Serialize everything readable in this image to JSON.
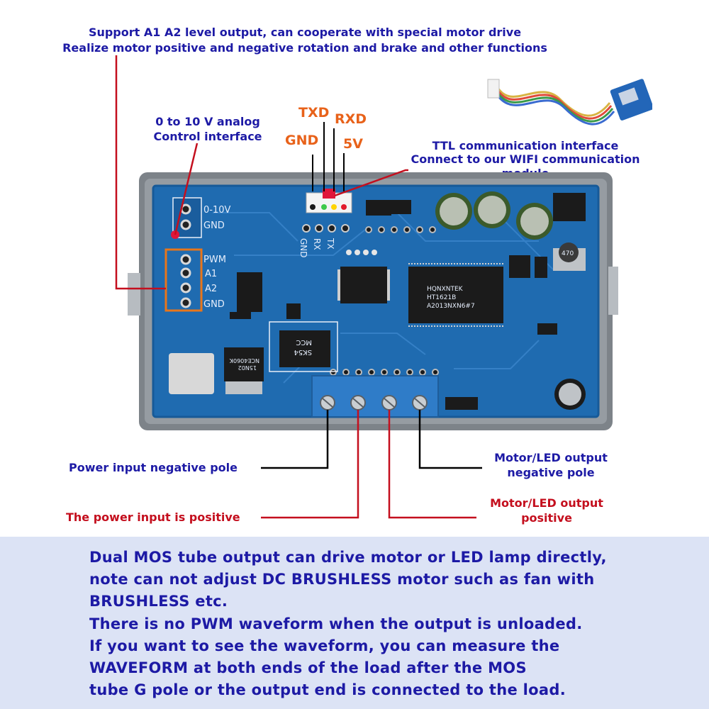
{
  "top_captions": {
    "line1": "Support A1 A2 level output, can cooperate with special motor drive",
    "line2": "Realize motor positive and negative rotation and brake and other functions"
  },
  "analog": {
    "line1": "0 to 10 V analog",
    "line2": "Control interface"
  },
  "ttl": {
    "line1": "TTL communication interface",
    "line2": "Connect to our WIFI communication module"
  },
  "uart_pins": {
    "txd": "TXD",
    "rxd": "RXD",
    "gnd": "GND",
    "v5": "5V"
  },
  "board_labels": {
    "v0_10": "0-10V",
    "gnd1": "GND",
    "pwm": "PWM",
    "a1": "A1",
    "a2": "A2",
    "gnd2": "GND",
    "gnd_vert": "GND",
    "rx": "RX",
    "tx": "TX",
    "main_ic": [
      "HQNXNTEK",
      "HT1621B",
      "A2013NXN6#7"
    ],
    "diode": [
      "MCC",
      "SK54"
    ],
    "mosfet": [
      "15N02",
      "NCE4060K"
    ],
    "inductor": "470"
  },
  "callouts": {
    "power_neg": "Power input negative pole",
    "power_pos": "The power input is positive",
    "out_neg_1": "Motor/LED output",
    "out_neg_2": "negative pole",
    "out_pos_1": "Motor/LED output",
    "out_pos_2": "positive"
  },
  "bottom_text": [
    "Dual MOS tube output can drive motor or LED lamp directly,",
    "note can not adjust DC BRUSHLESS motor such as fan with",
    "BRUSHLESS etc.",
    "There is no PWM waveform when the output is unloaded.",
    "If you want to see the waveform, you can measure the",
    "WAVEFORM at both ends of the load after the MOS",
    "tube G pole or the output end is connected to the load."
  ],
  "colors": {
    "caption_blue": "#1d1aa5",
    "caption_red": "#c40f1e",
    "pin_orange": "#e8621a",
    "pcb_blue": "#1f6bb0",
    "terminal_blue": "#2f7cc8",
    "highlight_orange": "#e8761a"
  }
}
